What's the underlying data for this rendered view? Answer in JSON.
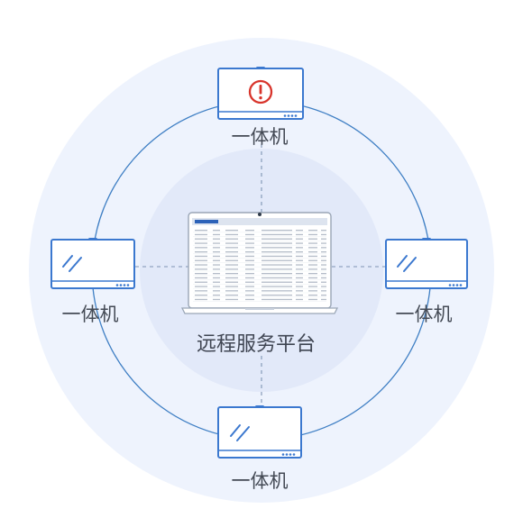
{
  "center": {
    "label": "远程服务平台",
    "device": "laptop"
  },
  "nodes": [
    {
      "id": "top",
      "label": "一体机",
      "status": "alert",
      "icon": "alert-icon"
    },
    {
      "id": "left",
      "label": "一体机",
      "status": "normal",
      "icon": "screen-glare-icon"
    },
    {
      "id": "right",
      "label": "一体机",
      "status": "normal",
      "icon": "screen-glare-icon"
    },
    {
      "id": "bottom",
      "label": "一体机",
      "status": "normal",
      "icon": "screen-glare-icon"
    }
  ],
  "colors": {
    "outer_halo": "#edf2fd",
    "inner_circle": "#e4ebfa",
    "ring_line": "#3f7fc4",
    "device_border": "#3b78cf",
    "alert_red": "#d8342b",
    "text": "#444a55"
  }
}
